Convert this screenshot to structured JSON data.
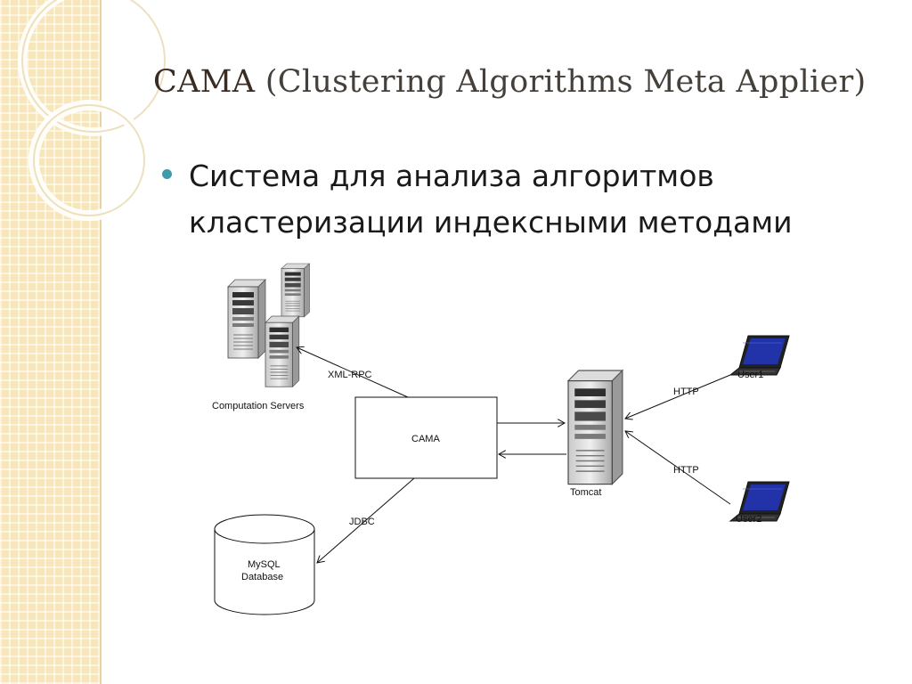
{
  "slide": {
    "title_main": "CAMA",
    "title_paren": "(Clustering Algorithms Meta Applier)",
    "bullet_line1": "Система для анализа алгоритмов",
    "bullet_line2": "кластеризации индексными методами"
  },
  "diagram": {
    "nodes": {
      "servers": "Computation Servers",
      "cama": "CAMA",
      "tomcat": "Tomcat",
      "db_line1": "MySQL",
      "db_line2": "Database",
      "user1": "User1",
      "user2": "User2"
    },
    "edges": {
      "xmlrpc": "XML-RPC",
      "jdbc": "JDBC",
      "http1": "HTTP",
      "http2": "HTTP"
    }
  },
  "colors": {
    "accent_bullet": "#3f9aaa",
    "title": "#3a2c22",
    "side_strip": "#f7e6b9",
    "laptop_screen": "#2233aa"
  }
}
